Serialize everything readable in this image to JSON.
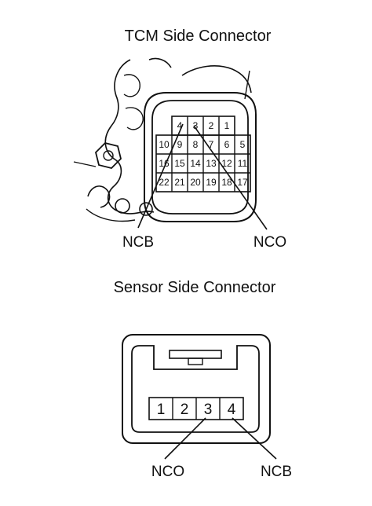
{
  "tcm": {
    "title": "TCM Side Connector",
    "row1": [
      "4",
      "3",
      "2",
      "1"
    ],
    "row2": [
      "10",
      "9",
      "8",
      "7",
      "6",
      "5"
    ],
    "row3": [
      "16",
      "15",
      "14",
      "13",
      "12",
      "11"
    ],
    "row4": [
      "22",
      "21",
      "20",
      "19",
      "18",
      "17"
    ],
    "label_left": "NCB",
    "label_right": "NCO"
  },
  "sensor": {
    "title": "Sensor Side Connector",
    "pins": [
      "1",
      "2",
      "3",
      "4"
    ],
    "label_left": "NCO",
    "label_right": "NCB"
  }
}
